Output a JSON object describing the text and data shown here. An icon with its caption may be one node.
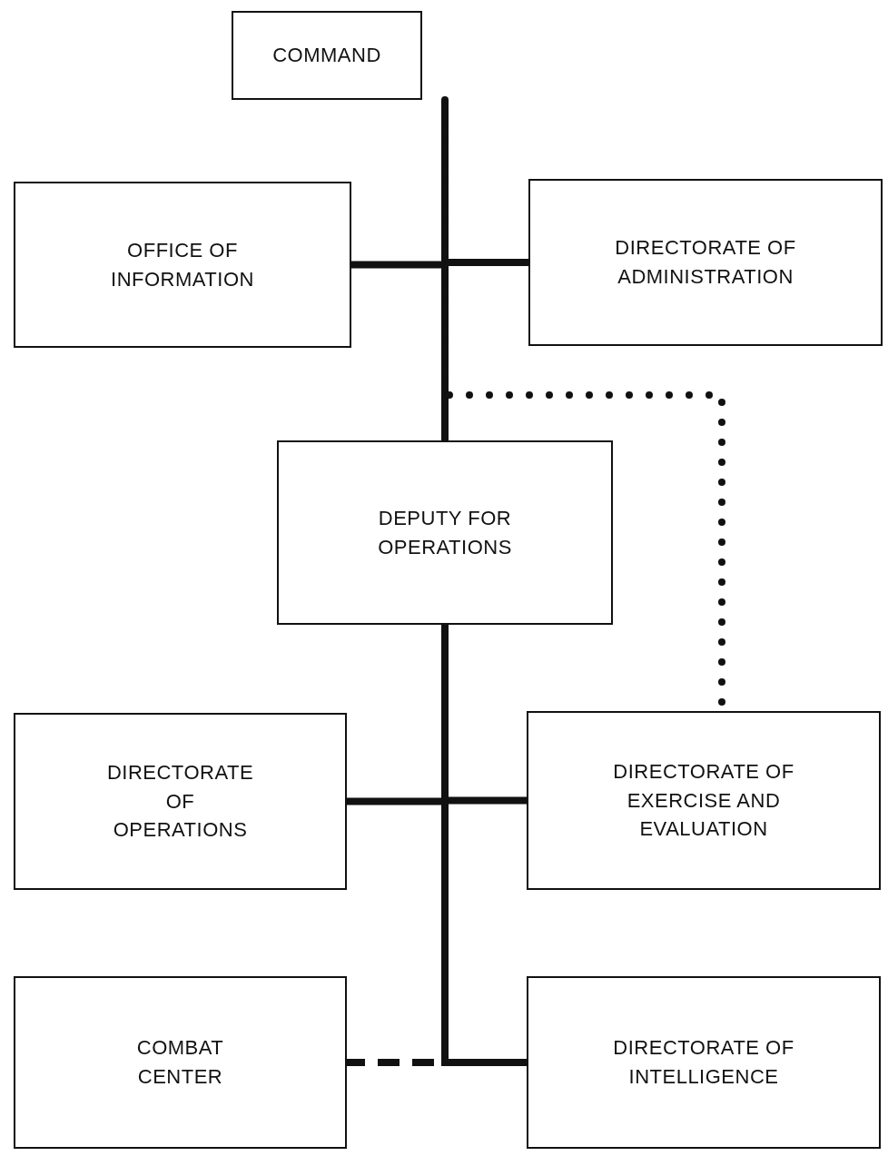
{
  "diagram": {
    "nodes": [
      {
        "text": [
          "COMMAND"
        ]
      },
      {
        "text": [
          "OFFICE OF INFORMATION"
        ]
      },
      {
        "text": [
          "DIRECTORATE OF ADMINISTRATION"
        ]
      },
      {
        "text": [
          "DEPUTY FOR OPERATIONS"
        ]
      },
      {
        "text": [
          "DIRECTORATE OF OPERATIONS"
        ]
      },
      {
        "text": [
          "DIRECTORATE OF EXERCISE AND EVALUATION"
        ]
      },
      {
        "text": [
          "COMBAT CENTER"
        ]
      },
      {
        "text": [
          "DIRECTORATE OF INTELLIGENCE"
        ]
      }
    ],
    "edges": [
      {
        "from": 0,
        "to": 1,
        "arrow": "none"
      },
      {
        "from": 0,
        "to": 2,
        "arrow": "none"
      },
      {
        "from": 0,
        "to": 3,
        "arrow": "none"
      },
      {
        "from": 0,
        "to": 5,
        "arrow": "none",
        "style": "dashed"
      },
      {
        "from": 3,
        "to": 4,
        "arrow": "none"
      },
      {
        "from": 3,
        "to": 5,
        "arrow": "none"
      },
      {
        "from": 3,
        "to": 6,
        "arrow": "none",
        "style": "dashed"
      },
      {
        "from": 3,
        "to": 7,
        "arrow": "none"
      }
    ]
  }
}
